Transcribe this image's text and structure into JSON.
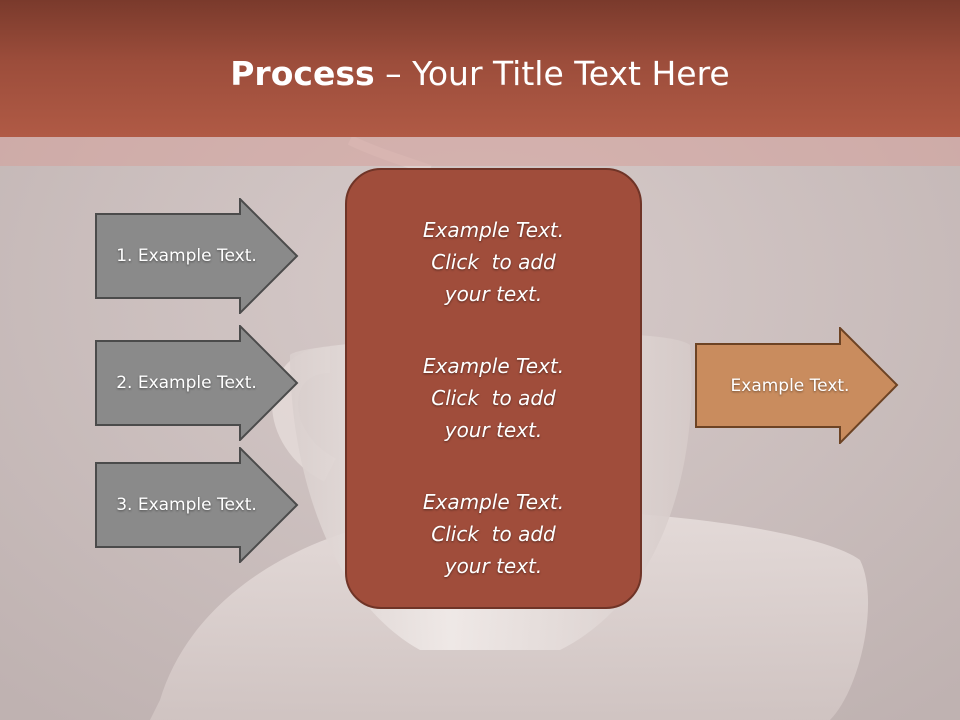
{
  "slide": {
    "title_bold": "Process",
    "title_rest": " – Your Title Text Here"
  },
  "left_arrows": [
    {
      "label": "1. Example Text."
    },
    {
      "label": "2. Example Text."
    },
    {
      "label": "3. Example Text."
    }
  ],
  "center_box": {
    "items": [
      {
        "line1": "Example Text.",
        "line2": "Click  to add",
        "line3": "your text."
      },
      {
        "line1": "Example Text.",
        "line2": "Click  to add",
        "line3": "your text."
      },
      {
        "line1": "Example Text.",
        "line2": "Click  to add",
        "line3": "your text."
      }
    ]
  },
  "right_arrow": {
    "label": "Example Text."
  },
  "colors": {
    "header": "#9c4d3b",
    "center_box": "#a04d3b",
    "left_arrow_fill": "#8a8a8a",
    "right_arrow_fill": "#c98c5e"
  },
  "icons": {
    "background": "coffee-cup-image"
  }
}
